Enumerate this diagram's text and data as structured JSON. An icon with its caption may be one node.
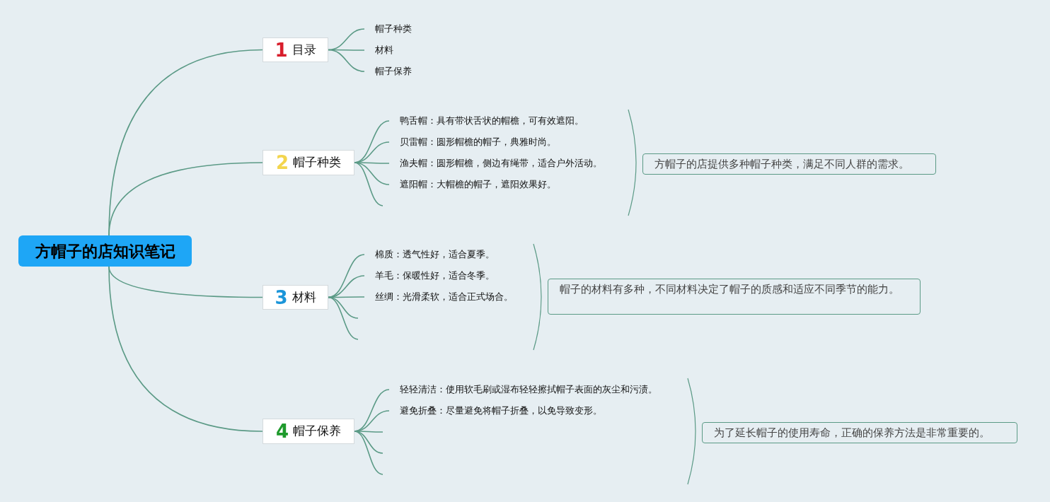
{
  "diagram": {
    "nodes": [
      {
        "text": [
          "方帽子的店知识笔记"
        ]
      },
      {
        "text": [
          "1",
          "目录"
        ]
      },
      {
        "text": [
          "帽子种类"
        ]
      },
      {
        "text": [
          "材料"
        ]
      },
      {
        "text": [
          "帽子保养"
        ]
      },
      {
        "text": [
          "2",
          "帽子种类"
        ]
      },
      {
        "text": [
          "鸭舌帽：具有带状舌状的帽檐，可有效遮阳。"
        ]
      },
      {
        "text": [
          "贝雷帽：圆形帽檐的帽子，典雅时尚。"
        ]
      },
      {
        "text": [
          "渔夫帽：圆形帽檐，侧边有绳带，适合户外活动。"
        ]
      },
      {
        "text": [
          "遮阳帽：大帽檐的帽子，遮阳效果好。"
        ]
      },
      {
        "text": [
          "方帽子的店提供多种帽子种类，满足不同人群的需求。"
        ]
      },
      {
        "text": [
          "3",
          "材料"
        ]
      },
      {
        "text": [
          "棉质：透气性好，适合夏季。"
        ]
      },
      {
        "text": [
          "羊毛：保暖性好，适合冬季。"
        ]
      },
      {
        "text": [
          "丝绸：光滑柔软，适合正式场合。"
        ]
      },
      {
        "text": [
          "帽子的材料有多种，不同材料决定了帽子的质感和适应不同季节的能力。"
        ]
      },
      {
        "text": [
          "4",
          "帽子保养"
        ]
      },
      {
        "text": [
          "轻轻清洁：使用软毛刷或湿布轻轻擦拭帽子表面的灰尘和污渍。"
        ]
      },
      {
        "text": [
          "避免折叠：尽量避免将帽子折叠，以免导致变形。"
        ]
      },
      {
        "text": [
          "为了延长帽子的使用寿命，正确的保养方法是非常重要的。"
        ]
      }
    ],
    "edges": [
      {
        "from": 0,
        "to": 1,
        "arrow": "none"
      },
      {
        "from": 0,
        "to": 5,
        "arrow": "none"
      },
      {
        "from": 0,
        "to": 11,
        "arrow": "none"
      },
      {
        "from": 0,
        "to": 16,
        "arrow": "none"
      },
      {
        "from": 1,
        "to": 2,
        "arrow": "none"
      },
      {
        "from": 1,
        "to": 3,
        "arrow": "none"
      },
      {
        "from": 1,
        "to": 4,
        "arrow": "none"
      },
      {
        "from": 5,
        "to": 6,
        "arrow": "none"
      },
      {
        "from": 5,
        "to": 7,
        "arrow": "none"
      },
      {
        "from": 5,
        "to": 8,
        "arrow": "none"
      },
      {
        "from": 5,
        "to": 9,
        "arrow": "none"
      },
      {
        "from": 5,
        "to": null,
        "arrow": "none"
      },
      {
        "from": 11,
        "to": 12,
        "arrow": "none"
      },
      {
        "from": 11,
        "to": 13,
        "arrow": "none"
      },
      {
        "from": 11,
        "to": 14,
        "arrow": "none"
      },
      {
        "from": 11,
        "to": null,
        "arrow": "none"
      },
      {
        "from": 11,
        "to": null,
        "arrow": "none"
      },
      {
        "from": 16,
        "to": 17,
        "arrow": "none"
      },
      {
        "from": 16,
        "to": 18,
        "arrow": "none"
      },
      {
        "from": 16,
        "to": null,
        "arrow": "none"
      },
      {
        "from": 16,
        "to": null,
        "arrow": "none"
      },
      {
        "from": 16,
        "to": null,
        "arrow": "none"
      }
    ]
  }
}
